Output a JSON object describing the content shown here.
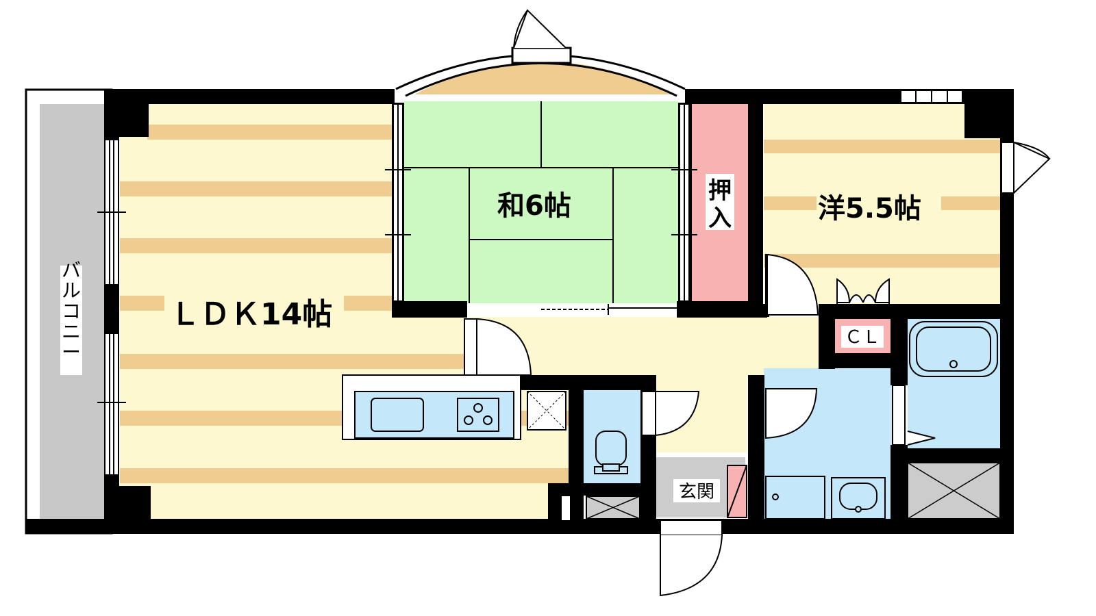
{
  "floorplan": {
    "rooms": {
      "ldk": "ＬＤＫ14帖",
      "washitsu": "和6帖",
      "youshitsu": "洋5.5帖",
      "oshiire": "押入",
      "balcony": "バルコニー",
      "closet": "ＣＬ",
      "genkan": "玄関"
    },
    "colors": {
      "wall": "#000000",
      "floor_light": "#fdf8cf",
      "floor_stripe": "#efcd90",
      "tatami": "#ccf8c2",
      "oshiire": "#f8b2b2",
      "closet": "#f8b2b2",
      "water": "#c4e8fa",
      "genkan": "#cccccc",
      "balcony": "#c8c8c8",
      "bay": "#efcd90"
    }
  }
}
